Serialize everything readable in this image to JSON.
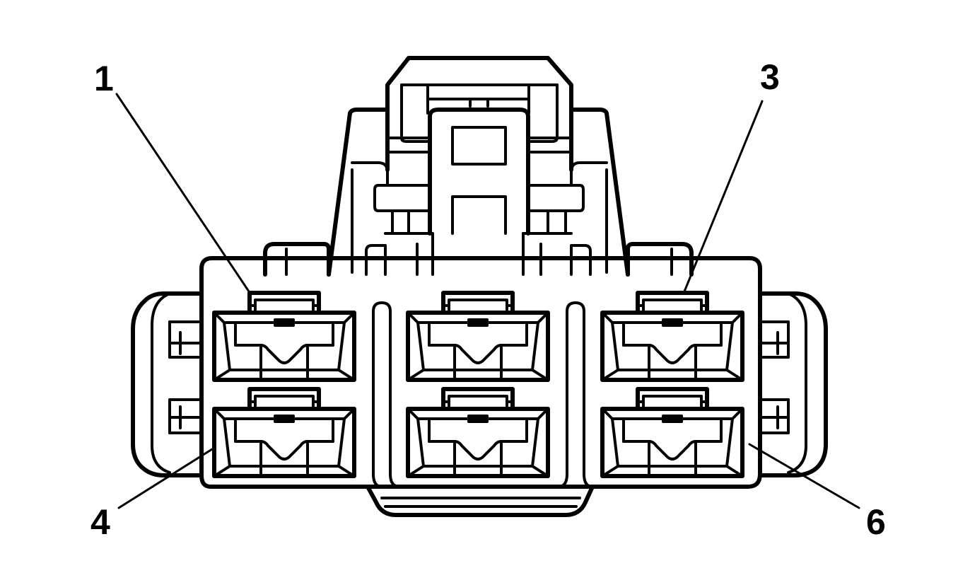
{
  "diagram": {
    "pin_labels": {
      "pin_1": "1",
      "pin_3": "3",
      "pin_4": "4",
      "pin_6": "6"
    }
  }
}
